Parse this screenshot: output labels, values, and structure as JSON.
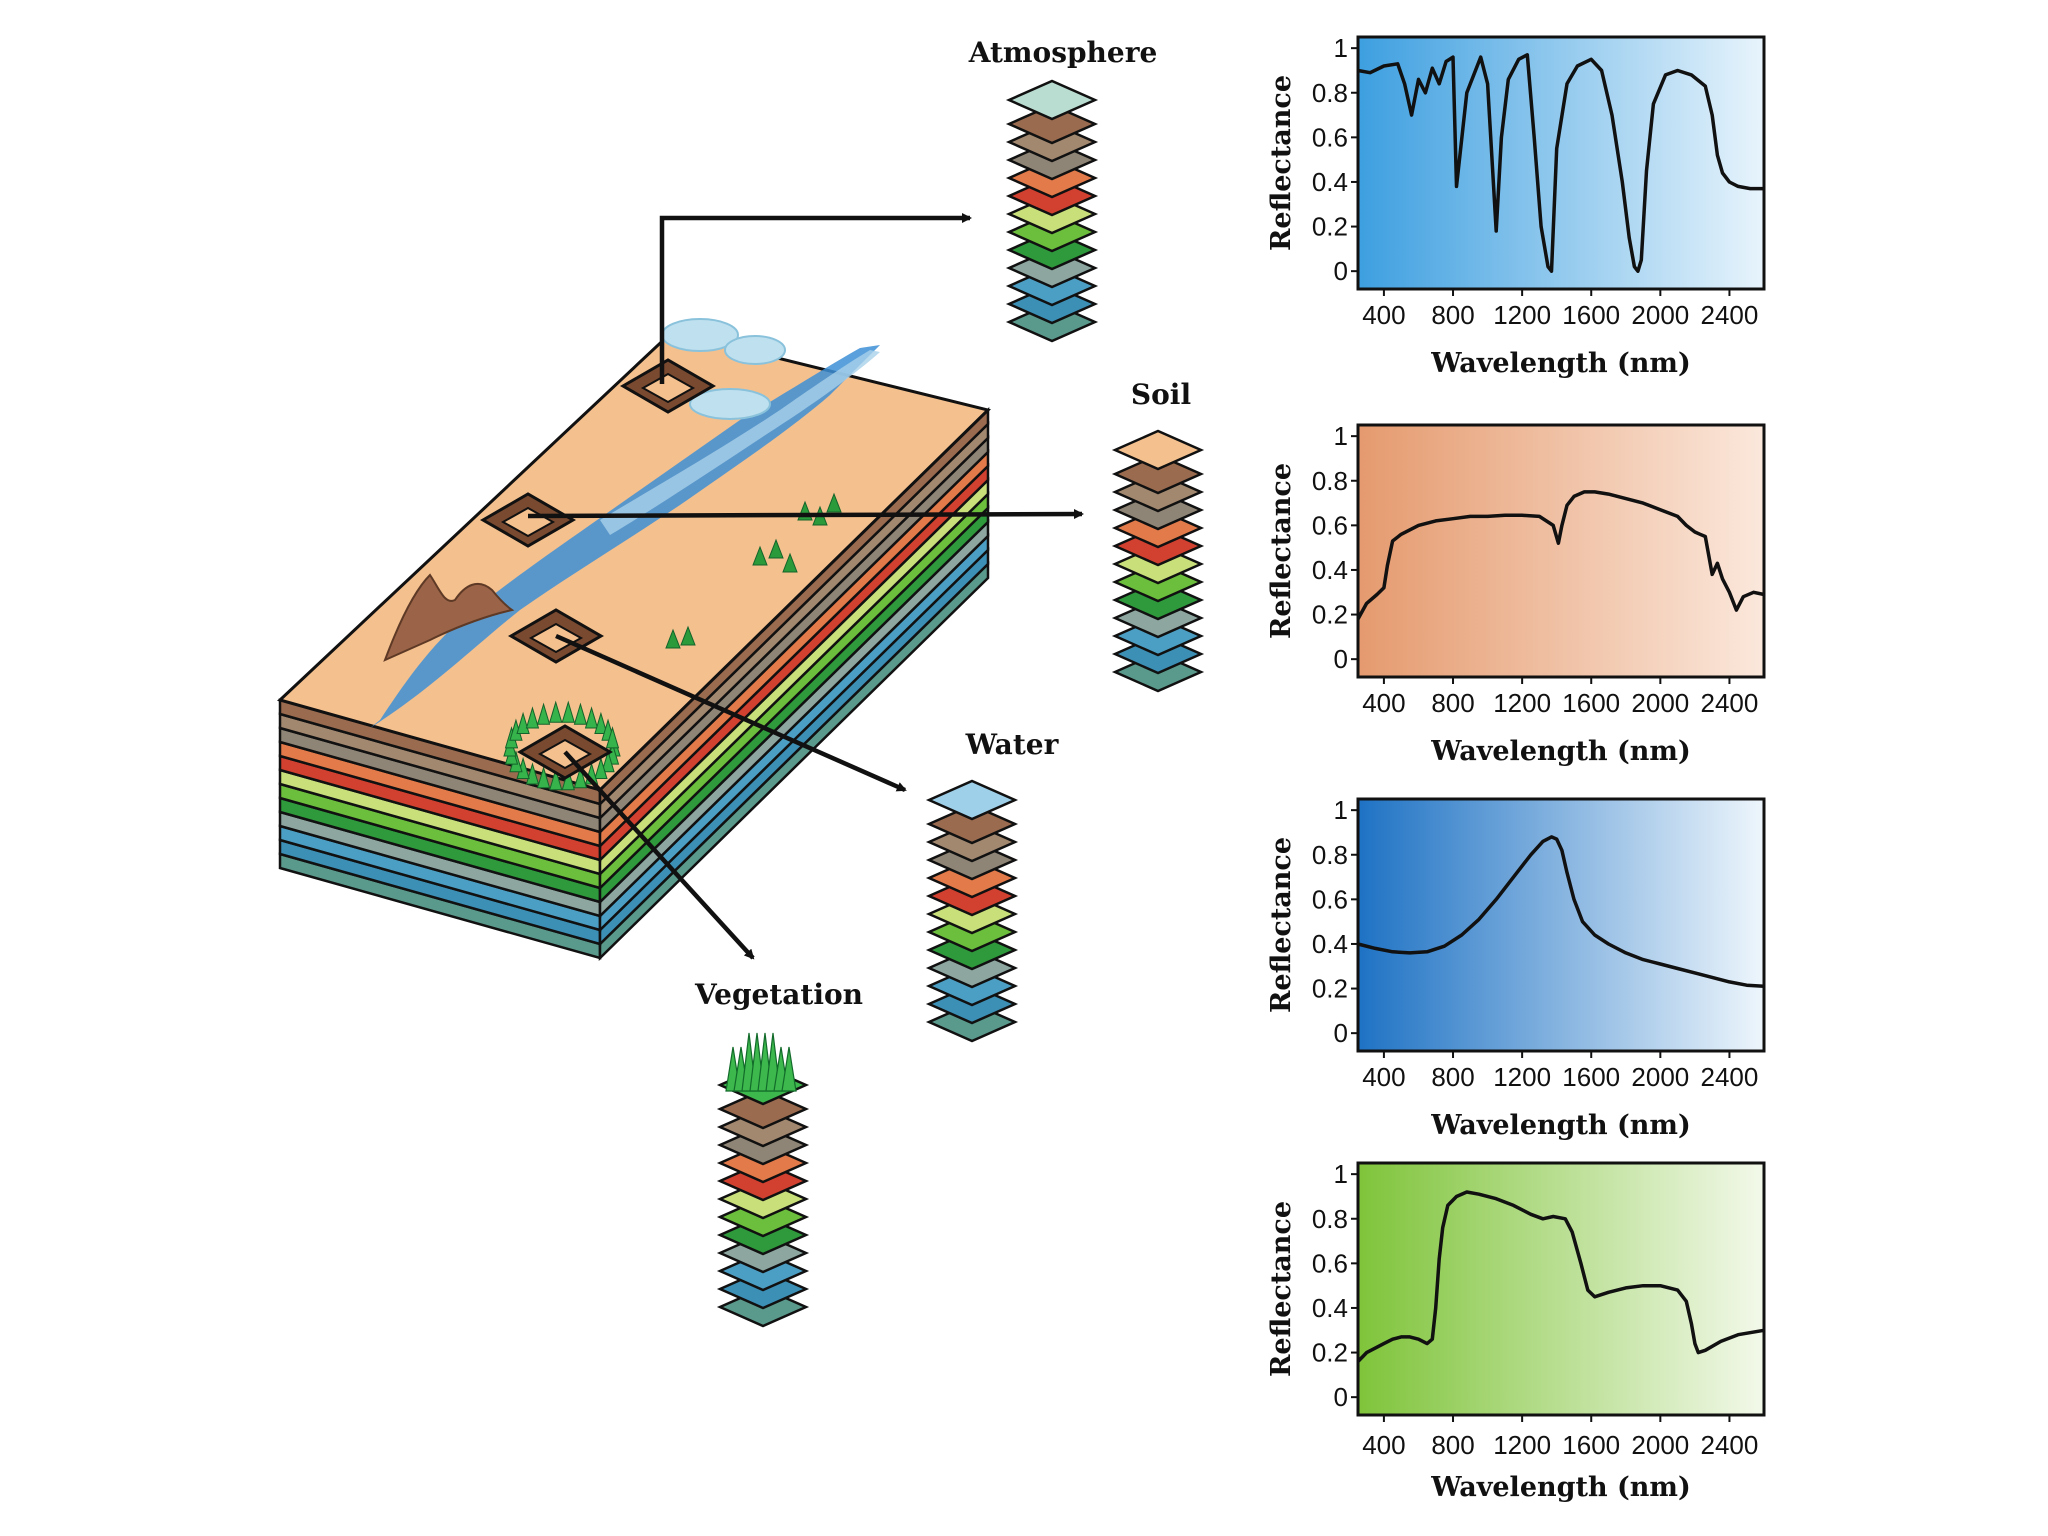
{
  "labels": {
    "atmosphere": "Atmosphere",
    "soil": "Soil",
    "water": "Water",
    "vegetation": "Vegetation"
  },
  "colors": {
    "band_colors": [
      "#9a6b4f",
      "#a38870",
      "#8f8576",
      "#e27a4a",
      "#d2402f",
      "#c9e07a",
      "#6cbf3c",
      "#2e9a3c",
      "#8ea6a0",
      "#4c9fc4",
      "#3c8fb5",
      "#5a9a8c"
    ],
    "ground": "#f4c08e",
    "river": "#3d8fd6",
    "tree": "#2a9a3a",
    "mountain": "#9b6448",
    "arrow": "#111111"
  },
  "chart_data": [
    {
      "type": "line",
      "name": "atmosphere",
      "xlabel": "Wavelength (nm)",
      "ylabel": "Reflectance",
      "xlim": [
        250,
        2600
      ],
      "ylim": [
        -0.08,
        1.05
      ],
      "xticks": [
        "400",
        "800",
        "1200",
        "1600",
        "2000",
        "2400"
      ],
      "yticks": [
        "0",
        "0.2",
        "0.4",
        "0.6",
        "0.8",
        "1"
      ],
      "gradient": [
        "#3d9fe0",
        "#e8f4fc"
      ],
      "x": [
        250,
        320,
        400,
        480,
        520,
        560,
        600,
        640,
        680,
        720,
        760,
        800,
        820,
        880,
        960,
        1000,
        1050,
        1080,
        1120,
        1180,
        1230,
        1270,
        1310,
        1350,
        1370,
        1400,
        1460,
        1520,
        1600,
        1660,
        1720,
        1780,
        1820,
        1850,
        1870,
        1890,
        1920,
        1960,
        2030,
        2100,
        2180,
        2260,
        2300,
        2330,
        2360,
        2400,
        2450,
        2520,
        2600
      ],
      "y": [
        0.9,
        0.89,
        0.92,
        0.93,
        0.84,
        0.7,
        0.86,
        0.8,
        0.91,
        0.84,
        0.94,
        0.96,
        0.38,
        0.8,
        0.96,
        0.84,
        0.18,
        0.6,
        0.86,
        0.95,
        0.97,
        0.6,
        0.2,
        0.02,
        0.0,
        0.55,
        0.84,
        0.92,
        0.95,
        0.9,
        0.7,
        0.4,
        0.15,
        0.02,
        0.0,
        0.05,
        0.45,
        0.75,
        0.88,
        0.9,
        0.88,
        0.83,
        0.7,
        0.52,
        0.44,
        0.4,
        0.38,
        0.37,
        0.37
      ]
    },
    {
      "type": "line",
      "name": "soil",
      "xlabel": "Wavelength (nm)",
      "ylabel": "Reflectance",
      "xlim": [
        250,
        2600
      ],
      "ylim": [
        -0.08,
        1.05
      ],
      "xticks": [
        "400",
        "800",
        "1200",
        "1600",
        "2000",
        "2400"
      ],
      "yticks": [
        "0",
        "0.2",
        "0.4",
        "0.6",
        "0.8",
        "1"
      ],
      "gradient": [
        "#e59a6e",
        "#fbe8dc"
      ],
      "x": [
        250,
        300,
        360,
        400,
        420,
        450,
        500,
        600,
        700,
        800,
        900,
        1000,
        1100,
        1200,
        1300,
        1380,
        1410,
        1430,
        1460,
        1500,
        1560,
        1620,
        1700,
        1800,
        1900,
        2000,
        2100,
        2150,
        2200,
        2230,
        2260,
        2300,
        2330,
        2360,
        2400,
        2440,
        2480,
        2540,
        2600
      ],
      "y": [
        0.18,
        0.25,
        0.29,
        0.32,
        0.42,
        0.53,
        0.56,
        0.6,
        0.62,
        0.63,
        0.64,
        0.64,
        0.645,
        0.645,
        0.64,
        0.6,
        0.52,
        0.6,
        0.69,
        0.73,
        0.75,
        0.75,
        0.74,
        0.72,
        0.7,
        0.67,
        0.64,
        0.6,
        0.57,
        0.56,
        0.55,
        0.38,
        0.43,
        0.36,
        0.3,
        0.22,
        0.28,
        0.3,
        0.29
      ]
    },
    {
      "type": "line",
      "name": "water",
      "xlabel": "Wavelength (nm)",
      "ylabel": "Reflectance",
      "xlim": [
        250,
        2600
      ],
      "ylim": [
        -0.08,
        1.05
      ],
      "xticks": [
        "400",
        "800",
        "1200",
        "1600",
        "2000",
        "2400"
      ],
      "yticks": [
        "0",
        "0.2",
        "0.4",
        "0.6",
        "0.8",
        "1"
      ],
      "gradient": [
        "#1e72c4",
        "#eef6fc"
      ],
      "x": [
        250,
        350,
        450,
        550,
        650,
        750,
        850,
        950,
        1050,
        1150,
        1250,
        1320,
        1370,
        1400,
        1430,
        1460,
        1500,
        1550,
        1620,
        1700,
        1800,
        1900,
        2000,
        2100,
        2200,
        2300,
        2400,
        2500,
        2600
      ],
      "y": [
        0.4,
        0.38,
        0.365,
        0.36,
        0.365,
        0.39,
        0.44,
        0.51,
        0.6,
        0.7,
        0.8,
        0.86,
        0.88,
        0.87,
        0.82,
        0.72,
        0.6,
        0.5,
        0.44,
        0.4,
        0.36,
        0.33,
        0.31,
        0.29,
        0.27,
        0.25,
        0.23,
        0.215,
        0.21
      ]
    },
    {
      "type": "line",
      "name": "vegetation",
      "xlabel": "Wavelength (nm)",
      "ylabel": "Reflectance",
      "xlim": [
        250,
        2600
      ],
      "ylim": [
        -0.08,
        1.05
      ],
      "xticks": [
        "400",
        "800",
        "1200",
        "1600",
        "2000",
        "2400"
      ],
      "yticks": [
        "0",
        "0.2",
        "0.4",
        "0.6",
        "0.8",
        "1"
      ],
      "gradient": [
        "#7fc43a",
        "#f3f9ea"
      ],
      "x": [
        250,
        300,
        350,
        400,
        450,
        500,
        550,
        600,
        650,
        680,
        700,
        720,
        740,
        770,
        820,
        880,
        950,
        1050,
        1150,
        1250,
        1320,
        1380,
        1450,
        1490,
        1540,
        1580,
        1620,
        1700,
        1800,
        1900,
        2000,
        2100,
        2150,
        2180,
        2200,
        2220,
        2260,
        2350,
        2450,
        2600
      ],
      "y": [
        0.16,
        0.2,
        0.22,
        0.24,
        0.26,
        0.27,
        0.27,
        0.26,
        0.24,
        0.26,
        0.4,
        0.62,
        0.76,
        0.86,
        0.9,
        0.92,
        0.91,
        0.89,
        0.86,
        0.82,
        0.8,
        0.81,
        0.8,
        0.74,
        0.6,
        0.48,
        0.45,
        0.47,
        0.49,
        0.5,
        0.5,
        0.48,
        0.43,
        0.33,
        0.24,
        0.2,
        0.21,
        0.25,
        0.28,
        0.3
      ]
    }
  ]
}
